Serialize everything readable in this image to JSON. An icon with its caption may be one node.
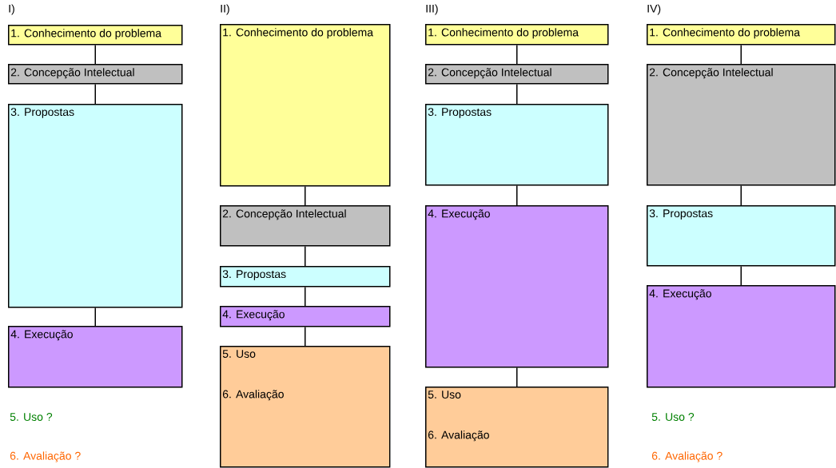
{
  "diagram": {
    "nodes": [
      {
        "text": [
          "1. Conhecimento do problema"
        ]
      },
      {
        "text": [
          "2. Concepção Intelectual"
        ]
      },
      {
        "text": [
          "3. Propostas"
        ]
      },
      {
        "text": [
          "4. Execução"
        ]
      },
      {
        "text": [
          "1. Conhecimento do problema"
        ]
      },
      {
        "text": [
          "2. Concepção Intelectual"
        ]
      },
      {
        "text": [
          "3. Propostas"
        ]
      },
      {
        "text": [
          "4. Execução"
        ]
      },
      {
        "text": [
          "5. Uso",
          "6. Avaliação"
        ]
      },
      {
        "text": [
          "1. Conhecimento do problema"
        ]
      },
      {
        "text": [
          "2. Concepção Intelectual"
        ]
      },
      {
        "text": [
          "3. Propostas"
        ]
      },
      {
        "text": [
          "4. Execução"
        ]
      },
      {
        "text": [
          "5. Uso",
          "6. Avaliação"
        ]
      },
      {
        "text": [
          "1. Conhecimento do problema"
        ]
      },
      {
        "text": [
          "2. Concepção Intelectual"
        ]
      },
      {
        "text": [
          "3. Propostas"
        ]
      },
      {
        "text": [
          "4. Execução"
        ]
      }
    ],
    "edges": [
      {
        "from": 0,
        "to": 1,
        "arrow": "none"
      },
      {
        "from": 1,
        "to": 2,
        "arrow": "none"
      },
      {
        "from": 2,
        "to": 3,
        "arrow": "none"
      },
      {
        "from": 4,
        "to": 5,
        "arrow": "none"
      },
      {
        "from": 5,
        "to": 6,
        "arrow": "none"
      },
      {
        "from": 6,
        "to": 7,
        "arrow": "none"
      },
      {
        "from": 7,
        "to": 8,
        "arrow": "none"
      },
      {
        "from": 9,
        "to": 10,
        "arrow": "none"
      },
      {
        "from": 10,
        "to": 11,
        "arrow": "none"
      },
      {
        "from": 11,
        "to": 12,
        "arrow": "none"
      },
      {
        "from": 12,
        "to": 13,
        "arrow": "none"
      },
      {
        "from": 14,
        "to": 15,
        "arrow": "none"
      },
      {
        "from": 15,
        "to": 16,
        "arrow": "none"
      },
      {
        "from": 16,
        "to": 17,
        "arrow": "none"
      }
    ],
    "labels": [
      "I)",
      "II)",
      "III)",
      "IV)",
      "5. Uso ?",
      "5. Uso ?",
      "6. Avaliação ?",
      "6. Avaliação ?"
    ]
  }
}
